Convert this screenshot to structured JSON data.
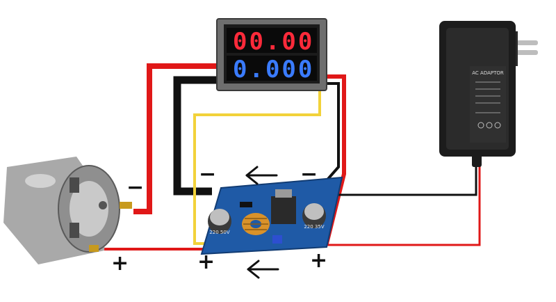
{
  "meter": {
    "voltage_reading": "00.00",
    "current_reading": "0.000",
    "voltage_color": "#ff2a3a",
    "current_color": "#3a7bff"
  },
  "adapter": {
    "label_title": "AC ADAPTOR",
    "body_color": "#1c1c1c"
  },
  "buck_module": {
    "pcb_color": "#1f5aa6",
    "cap_left_text": "220 50V",
    "cap_right_text": "220 35V"
  },
  "signs": {
    "motor_negative": "−",
    "motor_positive": "+",
    "module_out_negative": "−",
    "module_out_positive": "+",
    "module_in_negative": "−",
    "module_in_positive": "+"
  },
  "wire_colors": {
    "positive": "#e01818",
    "negative": "#111111",
    "sense": "#f2d23a"
  }
}
